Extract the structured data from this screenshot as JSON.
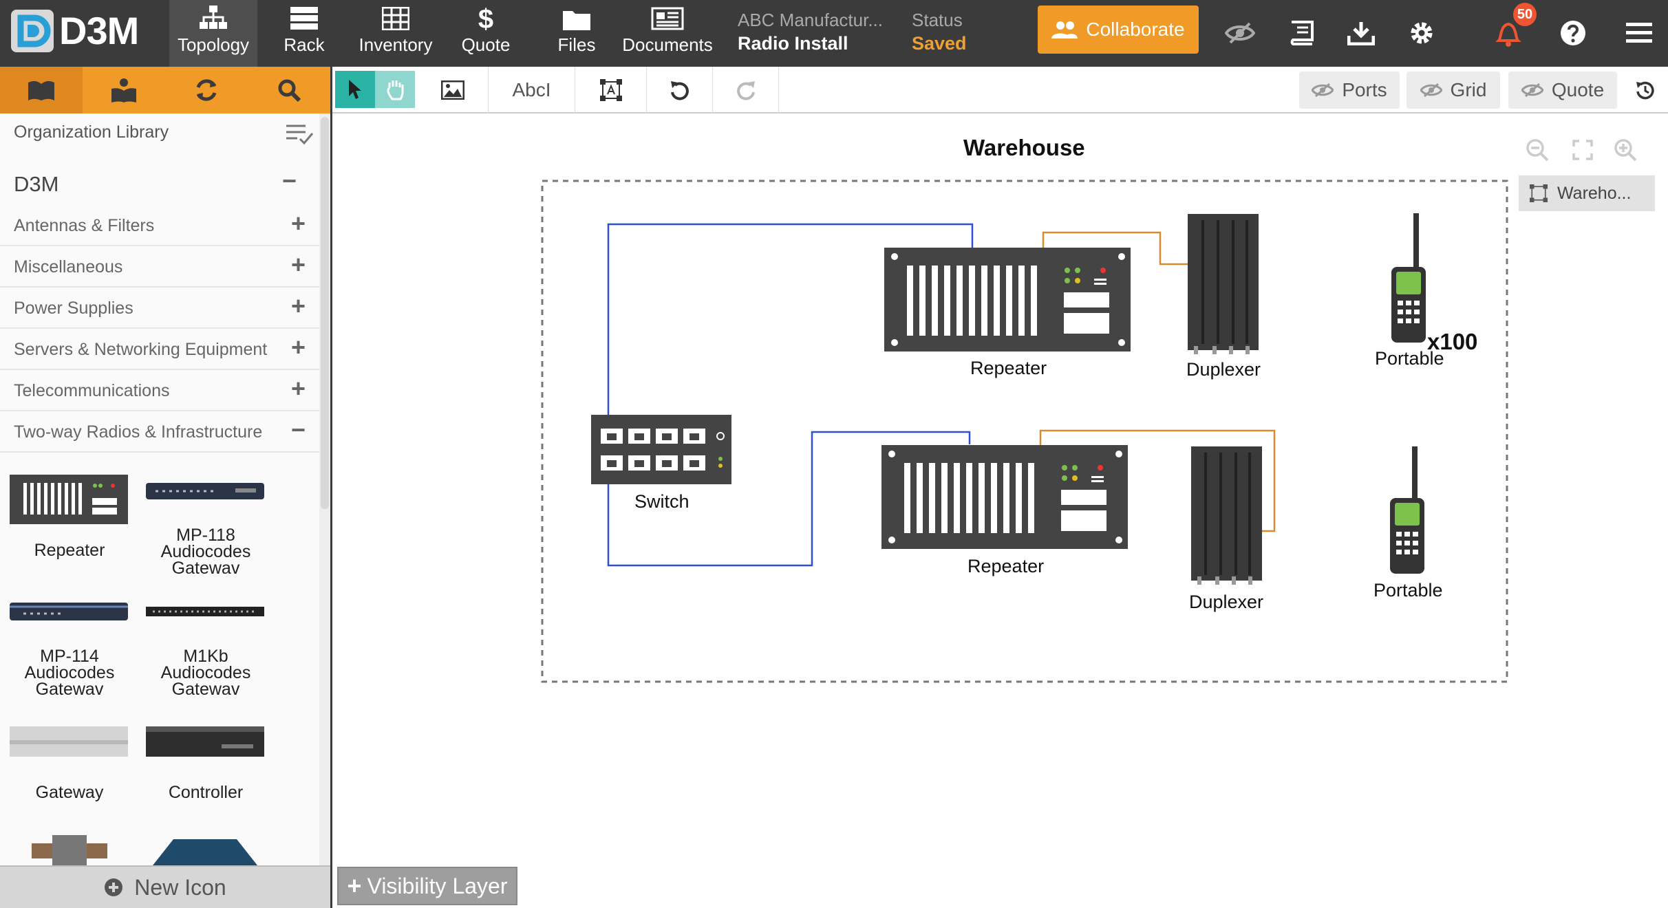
{
  "app": {
    "logo_text": "D3M"
  },
  "nav": [
    {
      "label": "Topology",
      "icon": "topology-icon"
    },
    {
      "label": "Rack",
      "icon": "rack-icon"
    },
    {
      "label": "Inventory",
      "icon": "inventory-icon"
    },
    {
      "label": "Quote",
      "icon": "dollar-icon"
    },
    {
      "label": "Files",
      "icon": "folder-icon"
    },
    {
      "label": "Documents",
      "icon": "documents-icon"
    }
  ],
  "project": {
    "client": "ABC Manufactur...",
    "name": "Radio Install"
  },
  "status": {
    "label": "Status",
    "value": "Saved"
  },
  "collaborate": {
    "label": "Collaborate"
  },
  "notifications": {
    "count": "50"
  },
  "library": {
    "title": "Organization Library",
    "group": "D3M",
    "group_toggle": "−",
    "categories": [
      {
        "label": "Antennas & Filters",
        "toggle": "+"
      },
      {
        "label": "Miscellaneous",
        "toggle": "+"
      },
      {
        "label": "Power Supplies",
        "toggle": "+"
      },
      {
        "label": "Servers & Networking Equipment",
        "toggle": "+"
      },
      {
        "label": "Telecommunications",
        "toggle": "+"
      },
      {
        "label": "Two-way Radios & Infrastructure",
        "toggle": "−"
      }
    ],
    "items": [
      {
        "label": "Repeater"
      },
      {
        "label": "MP-118 Audiocodes Gatewav"
      },
      {
        "label": "MP-114 Audiocodes Gatewav"
      },
      {
        "label": "M1Kb Audiocodes Gatewav"
      },
      {
        "label": "Gateway"
      },
      {
        "label": "Controller"
      }
    ],
    "new_icon": "New Icon"
  },
  "toolbar": {
    "text_tool": "AbcI",
    "toggles": [
      {
        "label": "Ports"
      },
      {
        "label": "Grid"
      },
      {
        "label": "Quote"
      }
    ]
  },
  "canvas": {
    "title": "Warehouse",
    "layer_tag": "Wareho...",
    "visibility_button": "Visibility Layer",
    "devices": {
      "repeater_1": "Repeater",
      "repeater_2": "Repeater",
      "duplexer_1": "Duplexer",
      "duplexer_2": "Duplexer",
      "portable_1": "Portable",
      "portable_2": "Portable",
      "portable_1_qty": "x100",
      "switch": "Switch"
    }
  },
  "colors": {
    "topbar": "#3b3b3b",
    "accent": "#f09a28",
    "status_saved": "#f0a030",
    "blue_cable": "#2f4fd8",
    "orange_cable": "#d98a2a",
    "device_dark": "#444444",
    "radio_screen": "#7ec14a"
  }
}
